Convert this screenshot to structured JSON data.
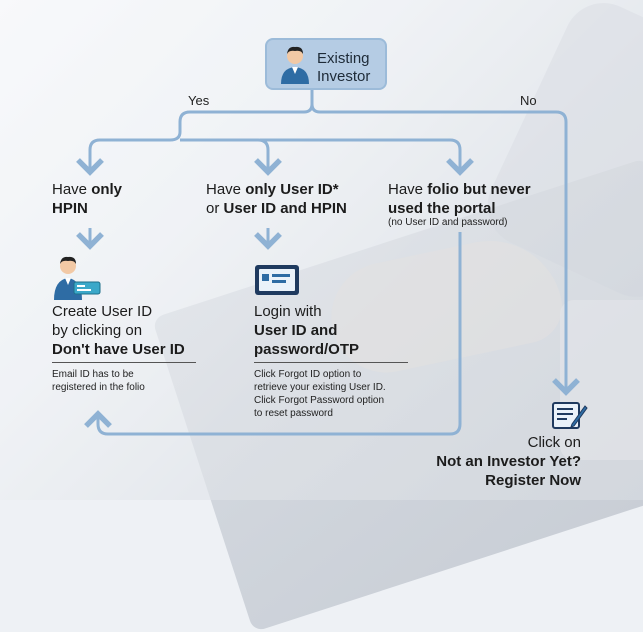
{
  "start": {
    "line1": "Existing",
    "line2": "Investor",
    "icon": "person-icon"
  },
  "branch_yes": "Yes",
  "branch_no": "No",
  "col1": {
    "title_pre": "Have ",
    "title_bold1": "only",
    "title_bold2": "HPIN",
    "action1": "Create User ID",
    "action2": "by clicking on",
    "action_bold": "Don't have User ID",
    "note1": "Email ID has to be",
    "note2": "registered in the folio",
    "icon": "person-with-card-icon"
  },
  "col2": {
    "title_pre": "Have ",
    "title_bold1": "only User ID*",
    "title_line2_pre": "or ",
    "title_bold2": "User ID and HPIN",
    "action1": "Login with",
    "action_bold1": "User ID and",
    "action_bold2": "password/OTP",
    "note1": "Click Forgot ID option to",
    "note2": "retrieve your existing User ID.",
    "note3": "Click Forgot Password option",
    "note4": "to reset password",
    "icon": "login-screen-icon"
  },
  "col3": {
    "title_pre": "Have ",
    "title_bold1": "folio but never",
    "title_bold2": "used the portal",
    "subnote": "(no User ID and password)"
  },
  "register": {
    "line1": "Click on",
    "bold1": "Not an Investor Yet?",
    "bold2": "Register Now",
    "icon": "form-pen-icon"
  },
  "colors": {
    "line": "#8fb2d4",
    "box": "#b5cce4",
    "accent": "#2e6ca4"
  }
}
